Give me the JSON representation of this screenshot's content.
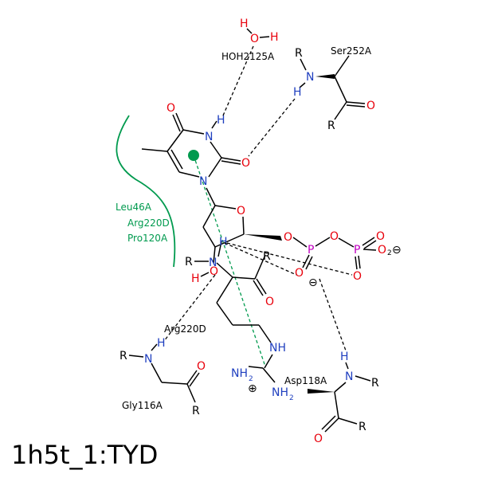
{
  "title": "1h5t_1:TYD",
  "colors": {
    "carbon": "#000000",
    "oxygen": "#e8000b",
    "nitrogen": "#1f3fbf",
    "phosphorus": "#c000c0",
    "hydrophobic": "#009a4e"
  },
  "residues": {
    "water": "HOH2125A",
    "ser": "Ser252A",
    "leu": "Leu46A",
    "arg_hydrophobic": "Arg220D",
    "pro": "Pro120A",
    "arg_hbond": "Arg220D",
    "gly": "Gly116A",
    "asp": "Asp118A"
  },
  "atoms": {
    "O": "O",
    "N": "N",
    "H": "H",
    "P": "P",
    "R": "R",
    "NH": "NH",
    "NH2": "NH",
    "sub2": "2",
    "plus": "⊕",
    "minus": "⊖",
    "charge_2minus": "2⊖"
  }
}
